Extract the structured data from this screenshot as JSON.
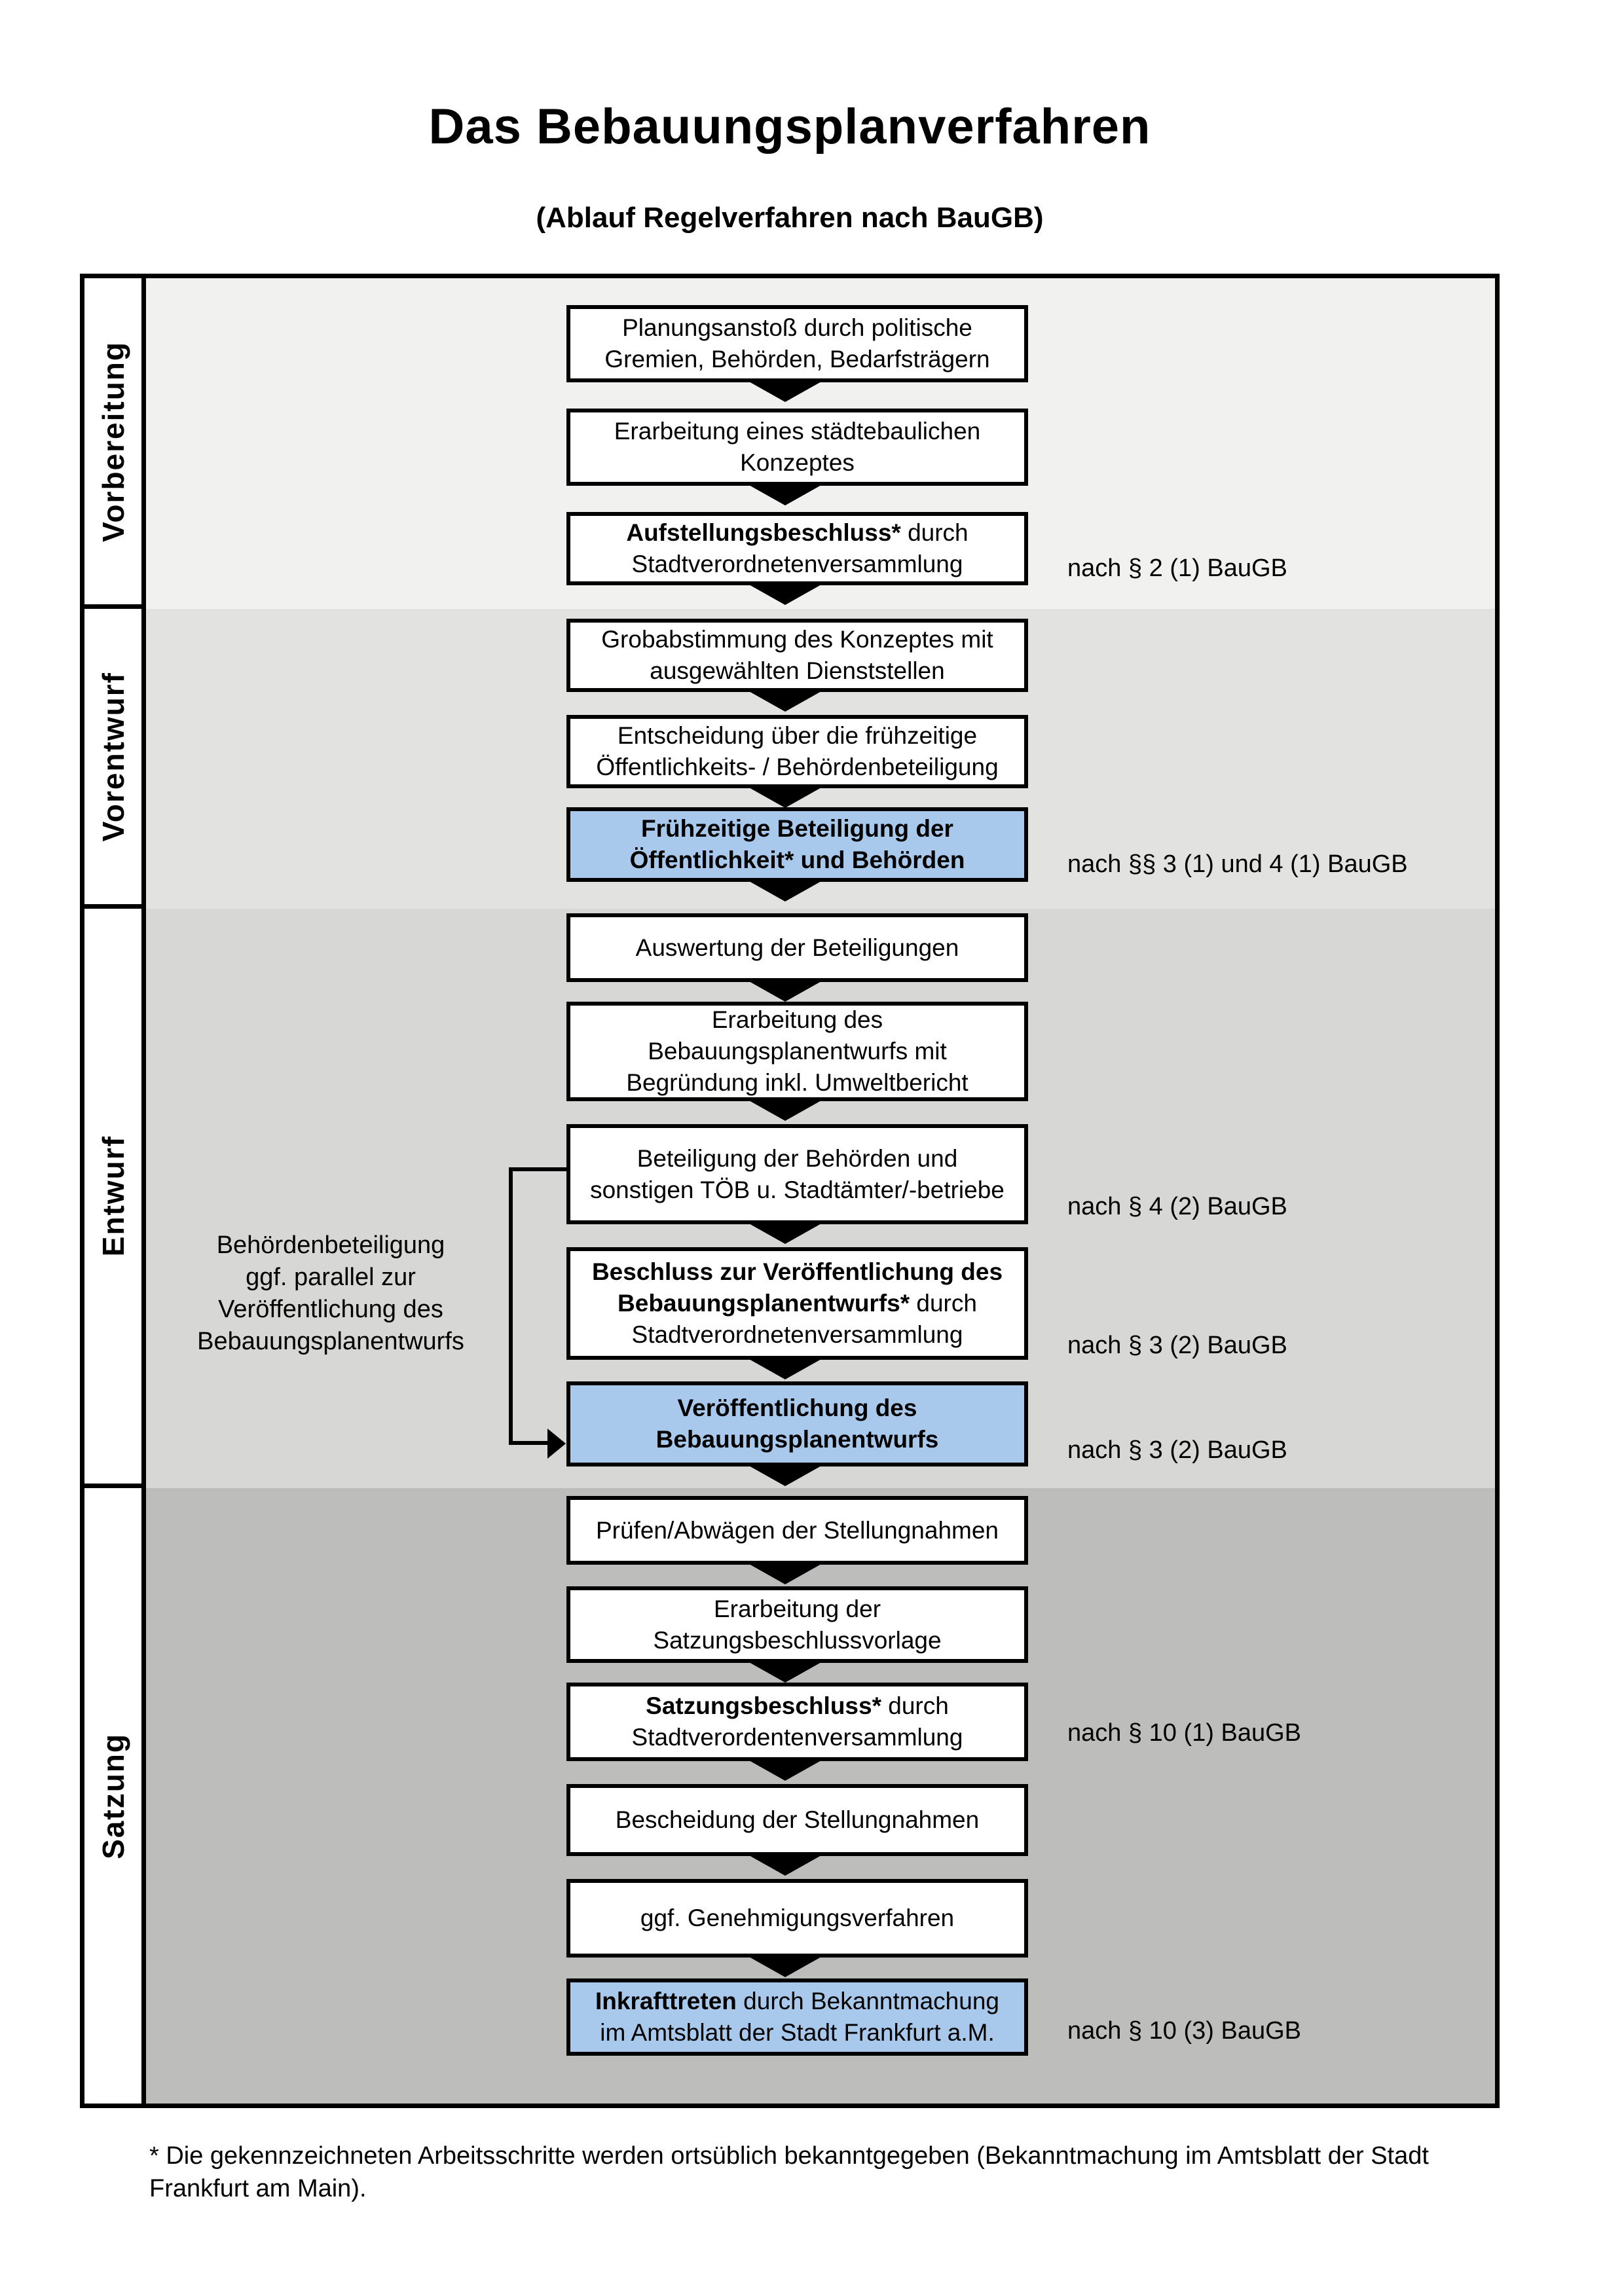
{
  "title": "Das Bebauungsplanverfahren",
  "subtitle": "(Ablauf Regelverfahren nach BauGB)",
  "sections": [
    {
      "label": "Vorbereitung"
    },
    {
      "label": "Vorentwurf"
    },
    {
      "label": "Entwurf"
    },
    {
      "label": "Satzung"
    }
  ],
  "flow": {
    "boxes": [
      {
        "name": "planungsanstoss",
        "style": "plain",
        "lines": [
          [
            {
              "t": "Planungsanstoß durch politische",
              "b": false
            }
          ],
          [
            {
              "t": "Gremien, Behörden, Bedarfsträgern",
              "b": false
            }
          ]
        ]
      },
      {
        "name": "staedtebauliches-konzept",
        "style": "plain",
        "lines": [
          [
            {
              "t": "Erarbeitung eines städtebaulichen",
              "b": false
            }
          ],
          [
            {
              "t": "Konzeptes",
              "b": false
            }
          ]
        ]
      },
      {
        "name": "aufstellungsbeschluss",
        "style": "plain",
        "lines": [
          [
            {
              "t": "Aufstellungsbeschluss*",
              "b": true
            },
            {
              "t": " durch",
              "b": false
            }
          ],
          [
            {
              "t": "Stadtverordnetenversammlung",
              "b": false
            }
          ]
        ]
      },
      {
        "name": "grobabstimmung",
        "style": "plain",
        "lines": [
          [
            {
              "t": "Grobabstimmung des Konzeptes mit",
              "b": false
            }
          ],
          [
            {
              "t": "ausgewählten Dienststellen",
              "b": false
            }
          ]
        ]
      },
      {
        "name": "entscheidung-fruehzeitige-beteiligung",
        "style": "plain",
        "lines": [
          [
            {
              "t": "Entscheidung über die frühzeitige",
              "b": false
            }
          ],
          [
            {
              "t": "Öffentlichkeits- / Behördenbeteiligung",
              "b": false
            }
          ]
        ]
      },
      {
        "name": "fruehzeitige-beteiligung",
        "style": "highlight",
        "lines": [
          [
            {
              "t": "Frühzeitige Beteiligung der",
              "b": true
            }
          ],
          [
            {
              "t": "Öffentlichkeit* und Behörden",
              "b": true
            }
          ]
        ]
      },
      {
        "name": "auswertung-beteiligungen",
        "style": "plain",
        "lines": [
          [
            {
              "t": "Auswertung der Beteiligungen",
              "b": false
            }
          ]
        ]
      },
      {
        "name": "erarbeitung-bebauungsplanentwurf",
        "style": "plain",
        "lines": [
          [
            {
              "t": "Erarbeitung des",
              "b": false
            }
          ],
          [
            {
              "t": "Bebauungsplanentwurfs mit",
              "b": false
            }
          ],
          [
            {
              "t": "Begründung inkl. Umweltbericht",
              "b": false
            }
          ]
        ]
      },
      {
        "name": "beteiligung-behoerden-toeb",
        "style": "plain",
        "lines": [
          [
            {
              "t": "Beteiligung der Behörden und",
              "b": false
            }
          ],
          [
            {
              "t": "sonstigen TÖB u. Stadtämter/-betriebe",
              "b": false
            }
          ]
        ]
      },
      {
        "name": "beschluss-veroeffentlichung",
        "style": "plain",
        "lines": [
          [
            {
              "t": "Beschluss zur Veröffentlichung des",
              "b": true
            }
          ],
          [
            {
              "t": "Bebauungsplanentwurfs*",
              "b": true
            },
            {
              "t": " durch",
              "b": false
            }
          ],
          [
            {
              "t": "Stadtverordnetenversammlung",
              "b": false
            }
          ]
        ]
      },
      {
        "name": "veroeffentlichung-entwurf",
        "style": "highlight",
        "lines": [
          [
            {
              "t": "Veröffentlichung des",
              "b": true
            }
          ],
          [
            {
              "t": "Bebauungsplanentwurfs",
              "b": true
            }
          ]
        ]
      },
      {
        "name": "pruefen-abwaegen",
        "style": "plain",
        "lines": [
          [
            {
              "t": "Prüfen/Abwägen der Stellungnahmen",
              "b": false
            }
          ]
        ]
      },
      {
        "name": "satzungsbeschlussvorlage",
        "style": "plain",
        "lines": [
          [
            {
              "t": "Erarbeitung der",
              "b": false
            }
          ],
          [
            {
              "t": "Satzungsbeschlussvorlage",
              "b": false
            }
          ]
        ]
      },
      {
        "name": "satzungsbeschluss",
        "style": "plain",
        "lines": [
          [
            {
              "t": "Satzungsbeschluss*",
              "b": true
            },
            {
              "t": " durch",
              "b": false
            }
          ],
          [
            {
              "t": "Stadtverordentenversammlung",
              "b": false
            }
          ]
        ]
      },
      {
        "name": "bescheidung-stellungnahmen",
        "style": "plain",
        "lines": [
          [
            {
              "t": "Bescheidung der Stellungnahmen",
              "b": false
            }
          ]
        ]
      },
      {
        "name": "genehmigungsverfahren",
        "style": "plain",
        "lines": [
          [
            {
              "t": "ggf. Genehmigungsverfahren",
              "b": false
            }
          ]
        ]
      },
      {
        "name": "inkrafttreten",
        "style": "highlight",
        "lines": [
          [
            {
              "t": "Inkrafttreten",
              "b": true
            },
            {
              "t": " durch Bekanntmachung",
              "b": false
            }
          ],
          [
            {
              "t": "im Amtsblatt der Stadt Frankfurt a.M.",
              "b": false
            }
          ]
        ]
      }
    ]
  },
  "legal_refs": [
    {
      "text": "nach § 2 (1) BauGB"
    },
    {
      "text": "nach §§ 3 (1) und 4 (1) BauGB"
    },
    {
      "text": "nach § 4 (2) BauGB"
    },
    {
      "text": "nach § 3 (2) BauGB"
    },
    {
      "text": "nach § 3 (2) BauGB"
    },
    {
      "text": "nach § 10 (1) BauGB"
    },
    {
      "text": "nach § 10 (3) BauGB"
    }
  ],
  "side_note": "Behördenbeteiligung\nggf. parallel zur\nVeröffentlichung des\nBebauungsplanentwurfs",
  "footnote": "* Die gekennzeichneten Arbeitsschritte werden ortsüblich bekanntgegeben (Bekanntmachung im Amtsblatt  der Stadt\nFrankfurt am Main).",
  "colors": {
    "highlight_box": "#a9c9ec",
    "box_background": "#ffffff",
    "band_vorbereitung": "#f1f1ef",
    "band_vorentwurf": "#e2e2e1",
    "band_entwurf": "#d7d7d6",
    "band_satzung": "#bdbdbc",
    "line": "#000000"
  }
}
